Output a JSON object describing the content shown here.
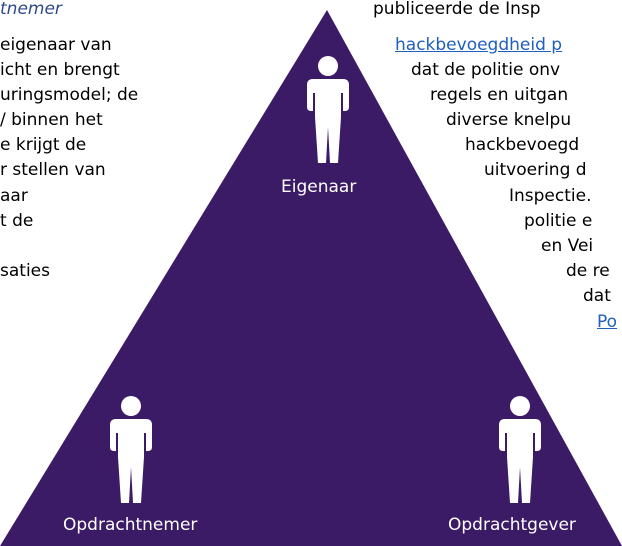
{
  "left_text": {
    "heading": "tnemer",
    "lines": [
      "eigenaar van",
      "icht en brengt",
      "uringsmodel; de",
      "/ binnen het",
      "e krijgt de",
      "r stellen van",
      "aar",
      "t de",
      "",
      "saties"
    ]
  },
  "right_text": {
    "lines": [
      "publiceerde de Insp",
      "hackbevoegdheid p",
      "dat de politie onv",
      "regels en uitgan",
      "diverse knelpu",
      "hackbevoegd",
      "uitvoering d",
      "Inspectie.",
      "politie e",
      "en Vei",
      "de re",
      "dat",
      "Po"
    ]
  },
  "triangle": {
    "color": "#3b1a66",
    "roles": {
      "top": "Eigenaar",
      "bottom_left": "Opdrachtnemer",
      "bottom_right": "Opdrachtgever"
    },
    "icon": "person-icon"
  }
}
